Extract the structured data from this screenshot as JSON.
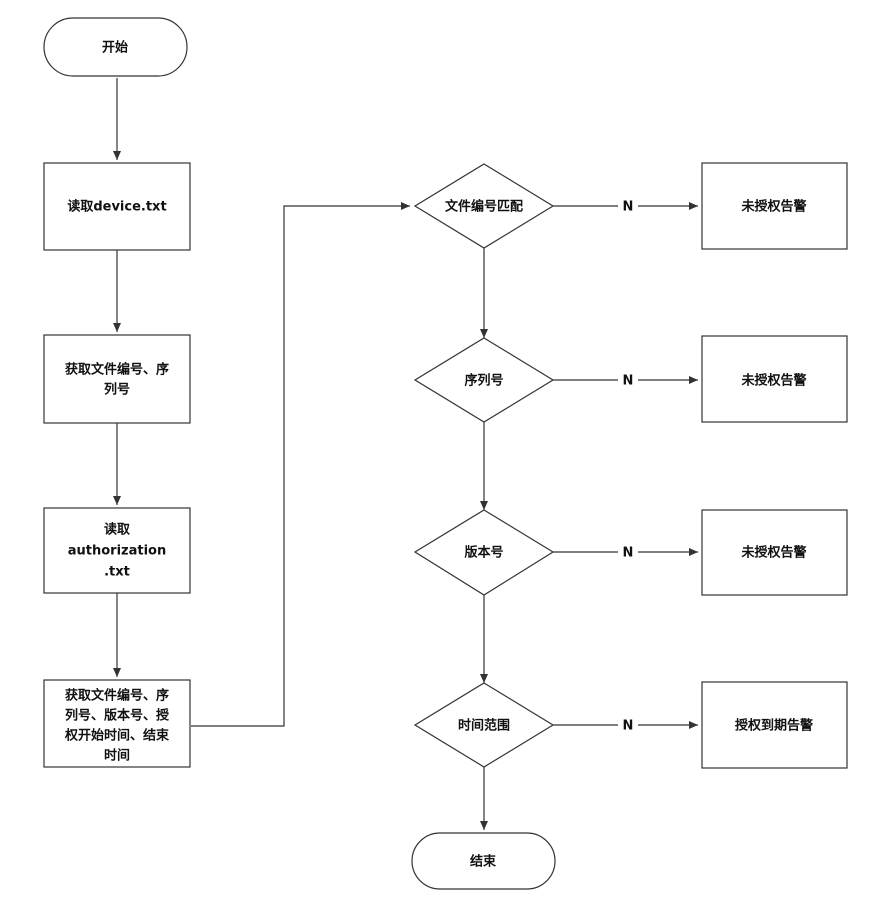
{
  "nodes": {
    "start": "开始",
    "read_device": "读取device.txt",
    "get_file_serial": [
      "获取文件编号、序",
      "列号"
    ],
    "read_auth": [
      "读取",
      "authorization",
      ".txt"
    ],
    "get_all": [
      "获取文件编号、序",
      "列号、版本号、授",
      "权开始时间、结束",
      "时间"
    ],
    "dec_file": "文件编号匹配",
    "dec_serial": "序列号",
    "dec_version": "版本号",
    "dec_time": "时间范围",
    "alarm1": "未授权告警",
    "alarm2": "未授权告警",
    "alarm3": "未授权告警",
    "alarm4": "授权到期告警",
    "end": "结束"
  },
  "edge_labels": {
    "no1": "N",
    "no2": "N",
    "no3": "N",
    "no4": "N"
  }
}
